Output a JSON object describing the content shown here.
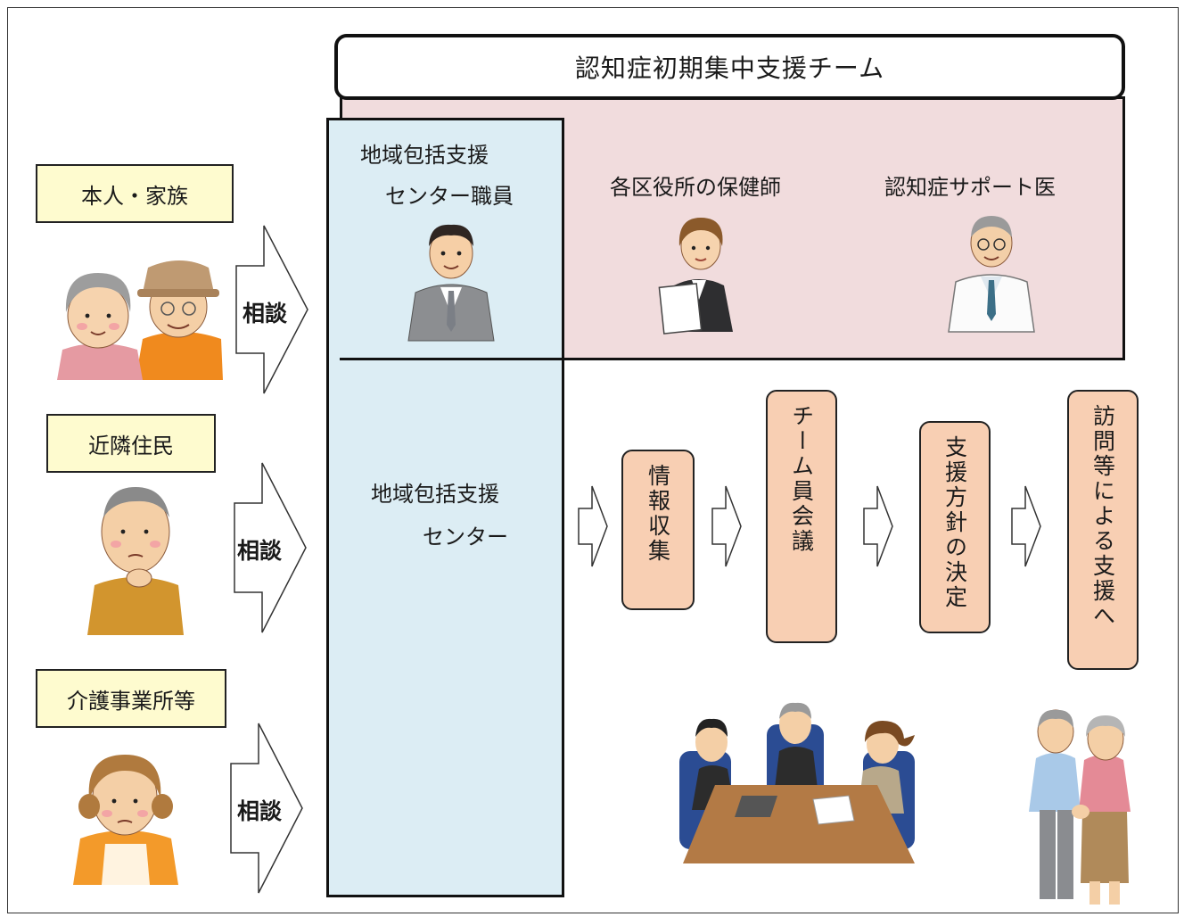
{
  "title": "認知症初期集中支援チーム",
  "team": {
    "center_staff_line1": "地域包括支援",
    "center_staff_line2": "センター職員",
    "public_health_nurse": "各区役所の保健師",
    "support_doctor": "認知症サポート医"
  },
  "center": {
    "line1": "地域包括支援",
    "line2": "センター"
  },
  "sources": [
    {
      "label": "本人・家族",
      "arrow": "相談"
    },
    {
      "label": "近隣住民",
      "arrow": "相談"
    },
    {
      "label": "介護事業所等",
      "arrow": "相談"
    }
  ],
  "steps": [
    "情報収集",
    "チーム員会議",
    "支援方針の決定",
    "訪問等による支援へ"
  ],
  "colors": {
    "team_panel": "#f1dcdd",
    "center_column": "#dcedf4",
    "source_box": "#fefbcf",
    "step_box": "#f8cfb3"
  }
}
